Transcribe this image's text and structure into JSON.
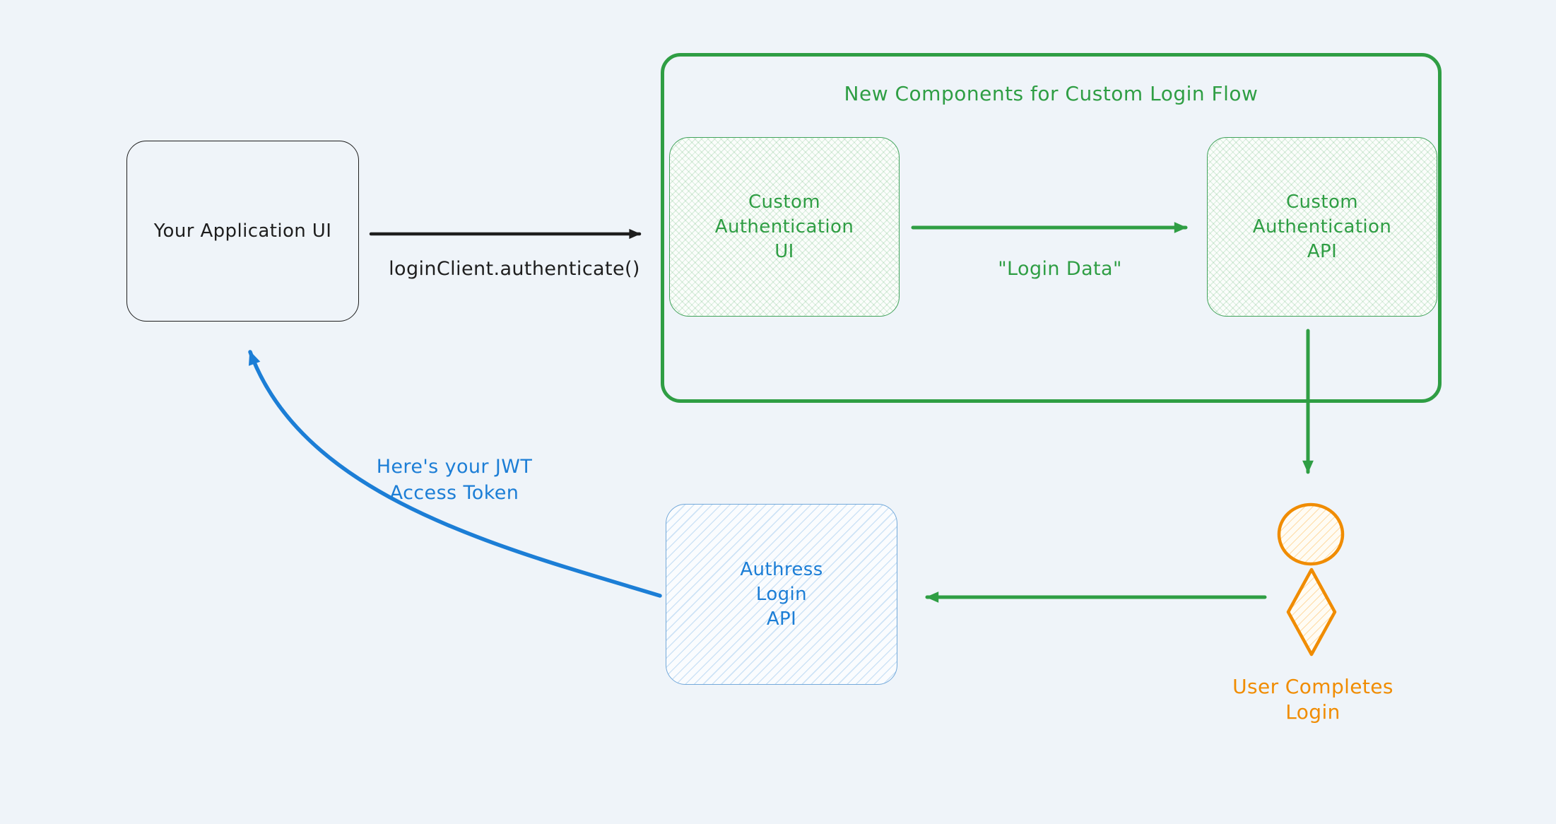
{
  "colors": {
    "black": "#1e1e1e",
    "green": "#2f9e44",
    "blue": "#1c7ed6",
    "orange": "#f08c00",
    "background": "#eff4f9",
    "green_fill": "#e9f6ec",
    "blue_fill": "#eaf3fb",
    "orange_fill": "#fff4e0"
  },
  "group": {
    "title": "New Components for Custom Login Flow"
  },
  "nodes": {
    "app_ui": {
      "label": "Your Application UI"
    },
    "custom_auth_ui": {
      "label": "Custom\nAuthentication\nUI"
    },
    "custom_auth_api": {
      "label": "Custom\nAuthentication\nAPI"
    },
    "authress_login_api": {
      "label": "Authress\nLogin\nAPI"
    }
  },
  "edges": {
    "authenticate_call": {
      "label": "loginClient.authenticate()"
    },
    "login_data": {
      "label": "\"Login Data\""
    },
    "jwt_token": {
      "label": "Here's your JWT\nAccess Token"
    },
    "user_completes": {
      "label": "User Completes\nLogin"
    }
  },
  "icons": {
    "user": "user-icon"
  }
}
